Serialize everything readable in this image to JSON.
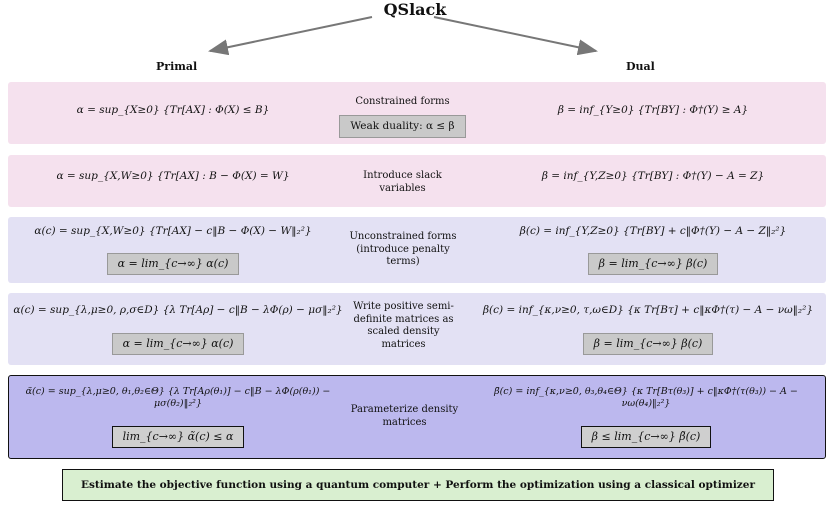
{
  "title": "QSlack",
  "primal_label": "Primal",
  "dual_label": "Dual",
  "rows": [
    {
      "primal": "α = sup_{X≥0} {Tr[AX] : Φ(X) ≤ B}",
      "middle": "Constrained forms",
      "badge": "Weak duality:  α ≤ β",
      "dual": "β = inf_{Y≥0} {Tr[BY] : Φ†(Y) ≥ A}"
    },
    {
      "primal": "α = sup_{X,W≥0} {Tr[AX] : B − Φ(X) = W}",
      "middle": "Introduce slack variables",
      "dual": "β = inf_{Y,Z≥0} {Tr[BY] : Φ†(Y) − A = Z}"
    },
    {
      "primal": "α(c) = sup_{X,W≥0} {Tr[AX] − c‖B − Φ(X) − W‖₂²}",
      "primal_box": "α = lim_{c→∞} α(c)",
      "middle": "Unconstrained forms (introduce penalty terms)",
      "dual": "β(c) = inf_{Y,Z≥0} {Tr[BY] + c‖Φ†(Y) − A − Z‖₂²}",
      "dual_box": "β = lim_{c→∞} β(c)"
    },
    {
      "primal": "α(c) = sup_{λ,μ≥0, ρ,σ∈D} {λ Tr[Aρ] − c‖B − λΦ(ρ) − μσ‖₂²}",
      "primal_box": "α = lim_{c→∞} α(c)",
      "middle": "Write positive semi-definite matrices as scaled density matrices",
      "dual": "β(c) = inf_{κ,ν≥0, τ,ω∈D} {κ Tr[Bτ] + c‖κΦ†(τ) − A − νω‖₂²}",
      "dual_box": "β = lim_{c→∞} β(c)"
    },
    {
      "primal": "α̃(c) = sup_{λ,μ≥0, θ₁,θ₂∈Θ} {λ Tr[Aρ(θ₁)] − c‖B − λΦ(ρ(θ₁)) − μσ(θ₂)‖₂²}",
      "primal_box": "lim_{c→∞} α̃(c) ≤ α",
      "middle": "Parameterize density matrices",
      "dual": "β̃(c) = inf_{κ,ν≥0, θ₃,θ₄∈Θ} {κ Tr[Bτ(θ₃)] + c‖κΦ†(τ(θ₃)) − A − νω(θ₄)‖₂²}",
      "dual_box": "β ≤ lim_{c→∞} β̃(c)"
    }
  ],
  "footer": "Estimate the objective function using a quantum computer + Perform the optimization using a classical optimizer"
}
